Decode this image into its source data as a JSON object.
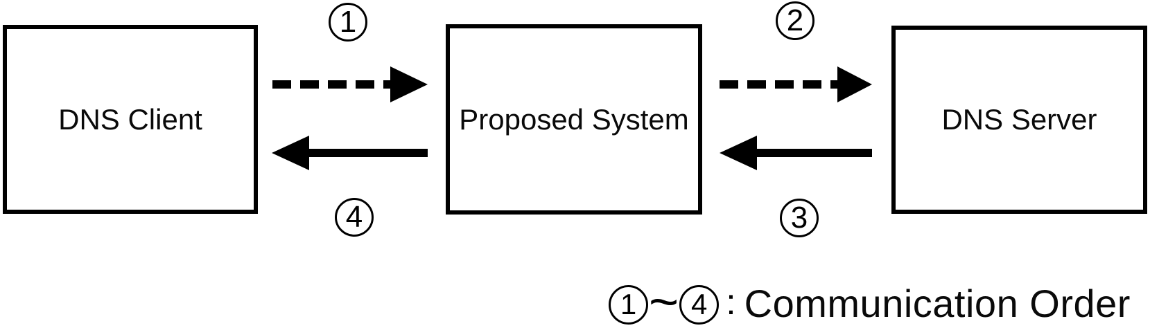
{
  "diagram": {
    "nodes": [
      {
        "id": "dns-client",
        "label": "DNS Client"
      },
      {
        "id": "proposed-system",
        "label": "Proposed System"
      },
      {
        "id": "dns-server",
        "label": "DNS Server"
      }
    ],
    "arrows": [
      {
        "order": "1",
        "style": "dashed",
        "direction": "right",
        "from": "DNS Client",
        "to": "Proposed System"
      },
      {
        "order": "2",
        "style": "dashed",
        "direction": "right",
        "from": "Proposed System",
        "to": "DNS Server"
      },
      {
        "order": "3",
        "style": "solid",
        "direction": "left",
        "from": "DNS Server",
        "to": "Proposed System"
      },
      {
        "order": "4",
        "style": "solid",
        "direction": "left",
        "from": "Proposed System",
        "to": "DNS Client"
      }
    ],
    "legend": {
      "range_start": "1",
      "tilde": "~",
      "range_end": "4",
      "colon": ":",
      "label": "Communication Order"
    },
    "colors": {
      "foreground": "#000000",
      "background": "#ffffff"
    }
  }
}
